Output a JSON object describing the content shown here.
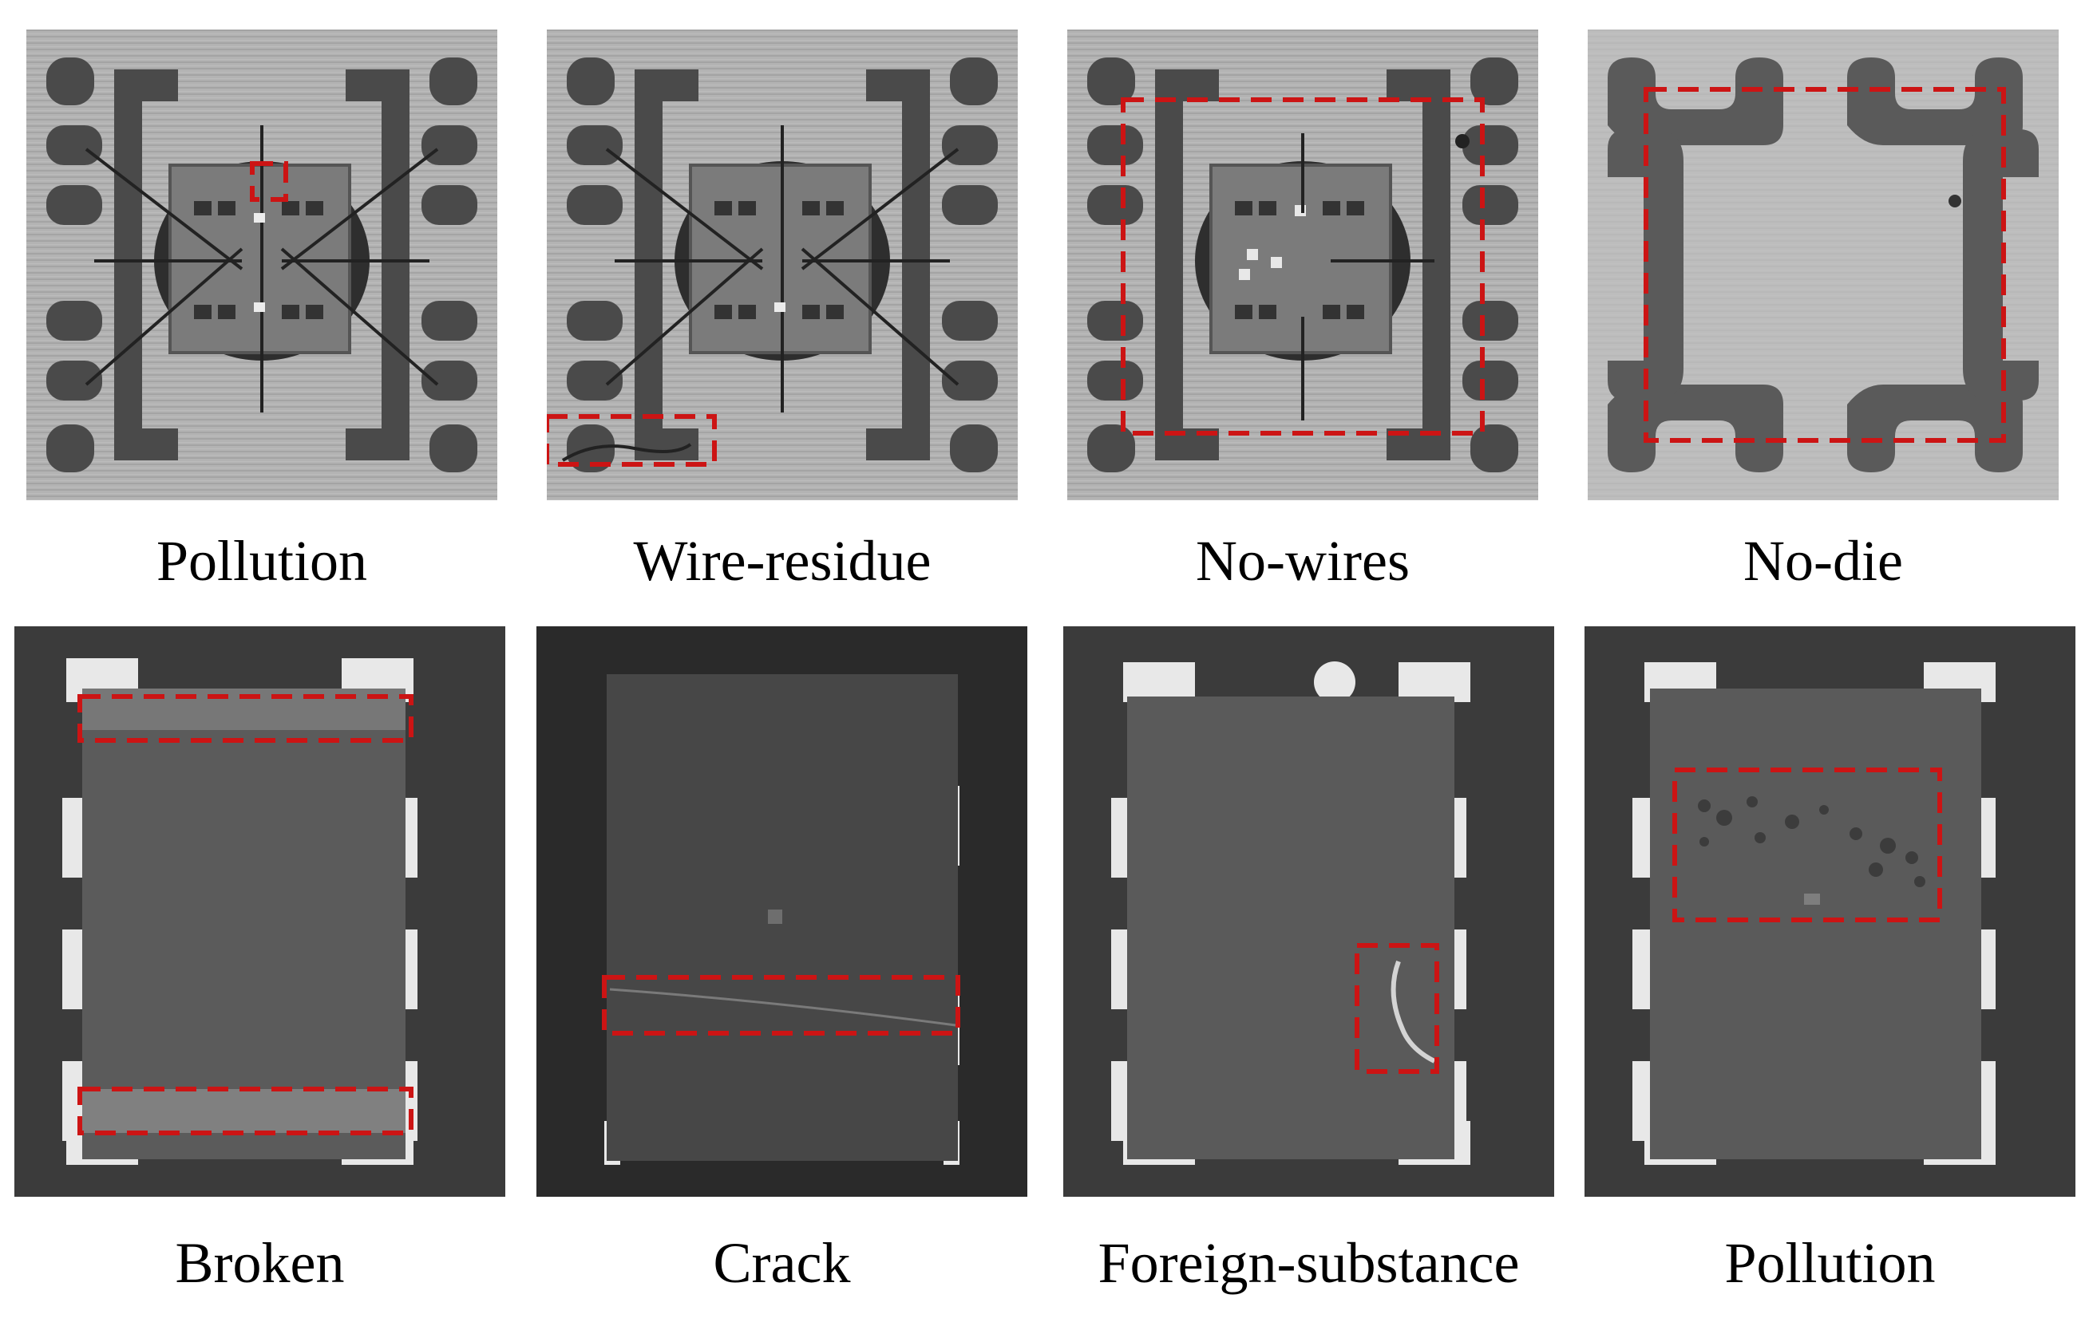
{
  "figure": {
    "panels": [
      {
        "label": "Pollution",
        "kind": "leadframe",
        "variant": "wired"
      },
      {
        "label": "Wire-residue",
        "kind": "leadframe",
        "variant": "wired"
      },
      {
        "label": "No-wires",
        "kind": "leadframe",
        "variant": "nowires"
      },
      {
        "label": "No-die",
        "kind": "leadframe",
        "variant": "nodie"
      },
      {
        "label": "Broken",
        "kind": "package",
        "variant": "broken"
      },
      {
        "label": "Crack",
        "kind": "package",
        "variant": "crack"
      },
      {
        "label": "Foreign-substance",
        "kind": "package",
        "variant": "foreign"
      },
      {
        "label": "Pollution",
        "kind": "package",
        "variant": "pollution"
      }
    ],
    "colors": {
      "annotation_box": "#cc1414",
      "leadframe_background": "#a9a9a9",
      "pad_dark": "#4a4a4a",
      "package_background": "#3a3a3a",
      "package_body": "#5a5a5a",
      "lead_bright": "#e8e8e8"
    }
  }
}
